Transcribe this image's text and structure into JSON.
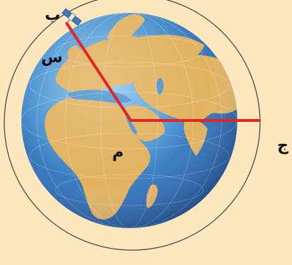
{
  "figure": {
    "background": "#FCE7BE",
    "labels": {
      "satellite_point": "ب",
      "orbit_point": "س",
      "center_point": "م",
      "surface_point": "ج"
    },
    "colors": {
      "radius_line": "#E62424",
      "orbit_circle": "#4A4A4A",
      "ocean_light": "#6FB6E6",
      "ocean_dark": "#1B4E96",
      "land": "#E2B25F"
    },
    "icons": {
      "satellite": "satellite-icon"
    }
  }
}
